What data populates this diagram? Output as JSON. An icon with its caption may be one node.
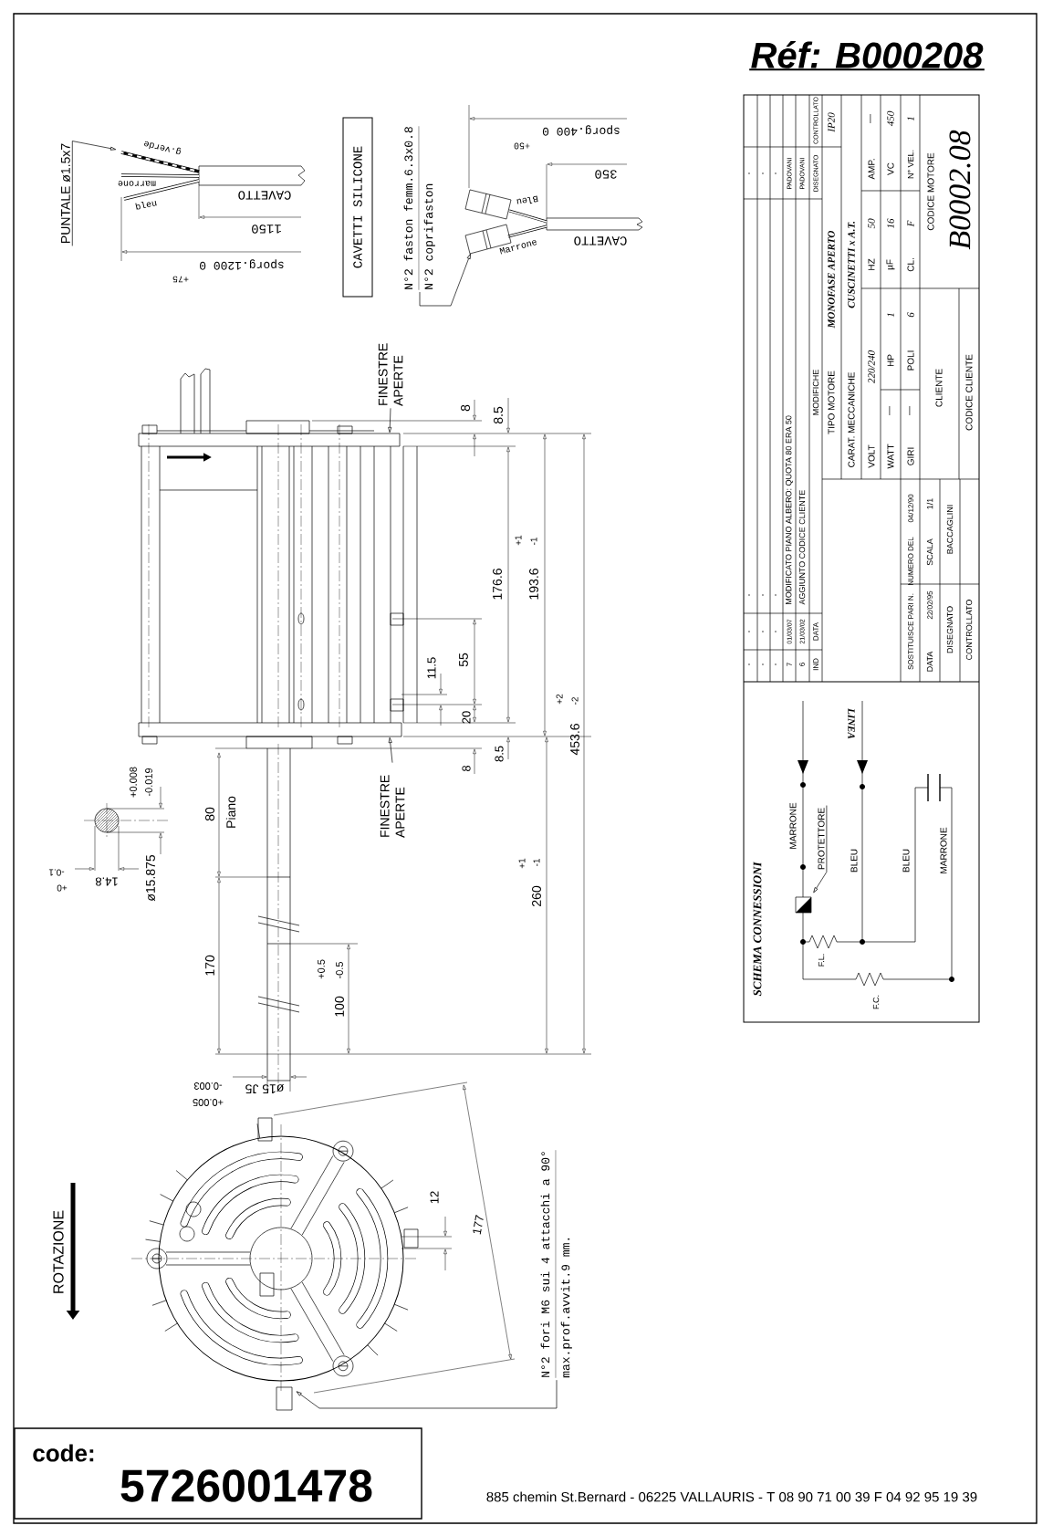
{
  "diagram": {
    "nodes": [
      {
        "text": [
          "PUNTALE ø1.5x7"
        ]
      },
      {
        "text": [
          "CAVETTI SILICONE"
        ]
      },
      {
        "text": [
          "N°2 faston femm.6.3x0.8",
          "N°2 coprifaston"
        ]
      },
      {
        "text": [
          "FINESTRE APERTE"
        ]
      },
      {
        "text": [
          "FINESTRE APERTE"
        ]
      },
      {
        "text": [
          "PROTETTORE"
        ]
      },
      {
        "text": [
          "N°2 fori M6 sui 4 attacchi a 90°",
          "max.prof.avvit.9 mm."
        ]
      }
    ],
    "edges": [
      {
        "from": 0,
        "to": null,
        "arrow": "to"
      },
      {
        "from": 2,
        "to": null,
        "arrow": "to"
      },
      {
        "from": 3,
        "to": null,
        "arrow": "to"
      },
      {
        "from": 4,
        "to": null,
        "arrow": "to"
      },
      {
        "from": 5,
        "to": null,
        "arrow": "to"
      },
      {
        "from": 6,
        "to": null,
        "arrow": "to"
      }
    ],
    "labels": [
      "Réf: B000208",
      "g.verde",
      "marrone",
      "bleu",
      "CAVETTO",
      "1150",
      "sporg.1200 0",
      "+75",
      "sporg.400 0",
      "+50",
      "350",
      "Bleu",
      "Marrone",
      "CAVETTO",
      "8",
      "8.5",
      "176.6",
      "+1",
      "193.6",
      "-1",
      "11.5",
      "55",
      "20",
      "+2",
      "453.6",
      "-2",
      "8.5",
      "8",
      "+0.008",
      "-0.019",
      "80",
      "Piano",
      "ø15.875",
      "-0.1",
      "+0",
      "14.8",
      "260",
      "+1",
      "-1",
      "170",
      "+0.5",
      "100",
      "-0.5",
      "-0.003",
      "ø15 J5",
      "+0.005",
      "ROTAZIONE",
      "12",
      "177",
      "-",
      "-",
      "-",
      "PADOVANI",
      "PADOVANI",
      "DISEGNATO",
      "CONTROLLATO",
      "-",
      "-",
      "-",
      "MODIFICATO PIANO ALBERO: QUOTA 80 ERA 50",
      "AGGIUNTO CODICE CLIENTE",
      "MODIFICHE",
      "-",
      "-",
      "-",
      "01/03/07",
      "21/03/02",
      "DATA",
      "-",
      "-",
      "-",
      "7",
      "6",
      "IND",
      "TIPO MOTORE",
      "MONOFASE APERTO",
      "IP20",
      "CARAT. MECCANICHE",
      "CUSCINETTI x A.T.",
      "VOLT",
      "220/240",
      "HZ",
      "50",
      "AMP.",
      "—",
      "WATT",
      "—",
      "HP",
      "1",
      "µF",
      "16",
      "VC",
      "450",
      "GIRI",
      "—",
      "POLI",
      "6",
      "CL.",
      "F",
      "N° VEL.",
      "1",
      "CLIENTE",
      "CODICE CLIENTE",
      "CODICE MOTORE",
      "B0002.08",
      "SOSTITUISCE PARI N.",
      "NUMERO DEL",
      "04/12/90",
      "DATA",
      "22/02/95",
      "SCALA",
      "1/1",
      "DISEGNATO",
      "BACCAGLINI",
      "CONTROLLATO",
      "LINEA",
      "MARRONE",
      "BLEU",
      "BLEU",
      "MARRONE",
      "F.L.",
      "F.C.",
      "SCHEMA CONNESSIONI",
      "code:",
      "5726001478",
      "885 chemin St.Bernard - 06225 VALLAURIS - T 08 90 71 00 39 F 04 92 95 19 39"
    ]
  }
}
